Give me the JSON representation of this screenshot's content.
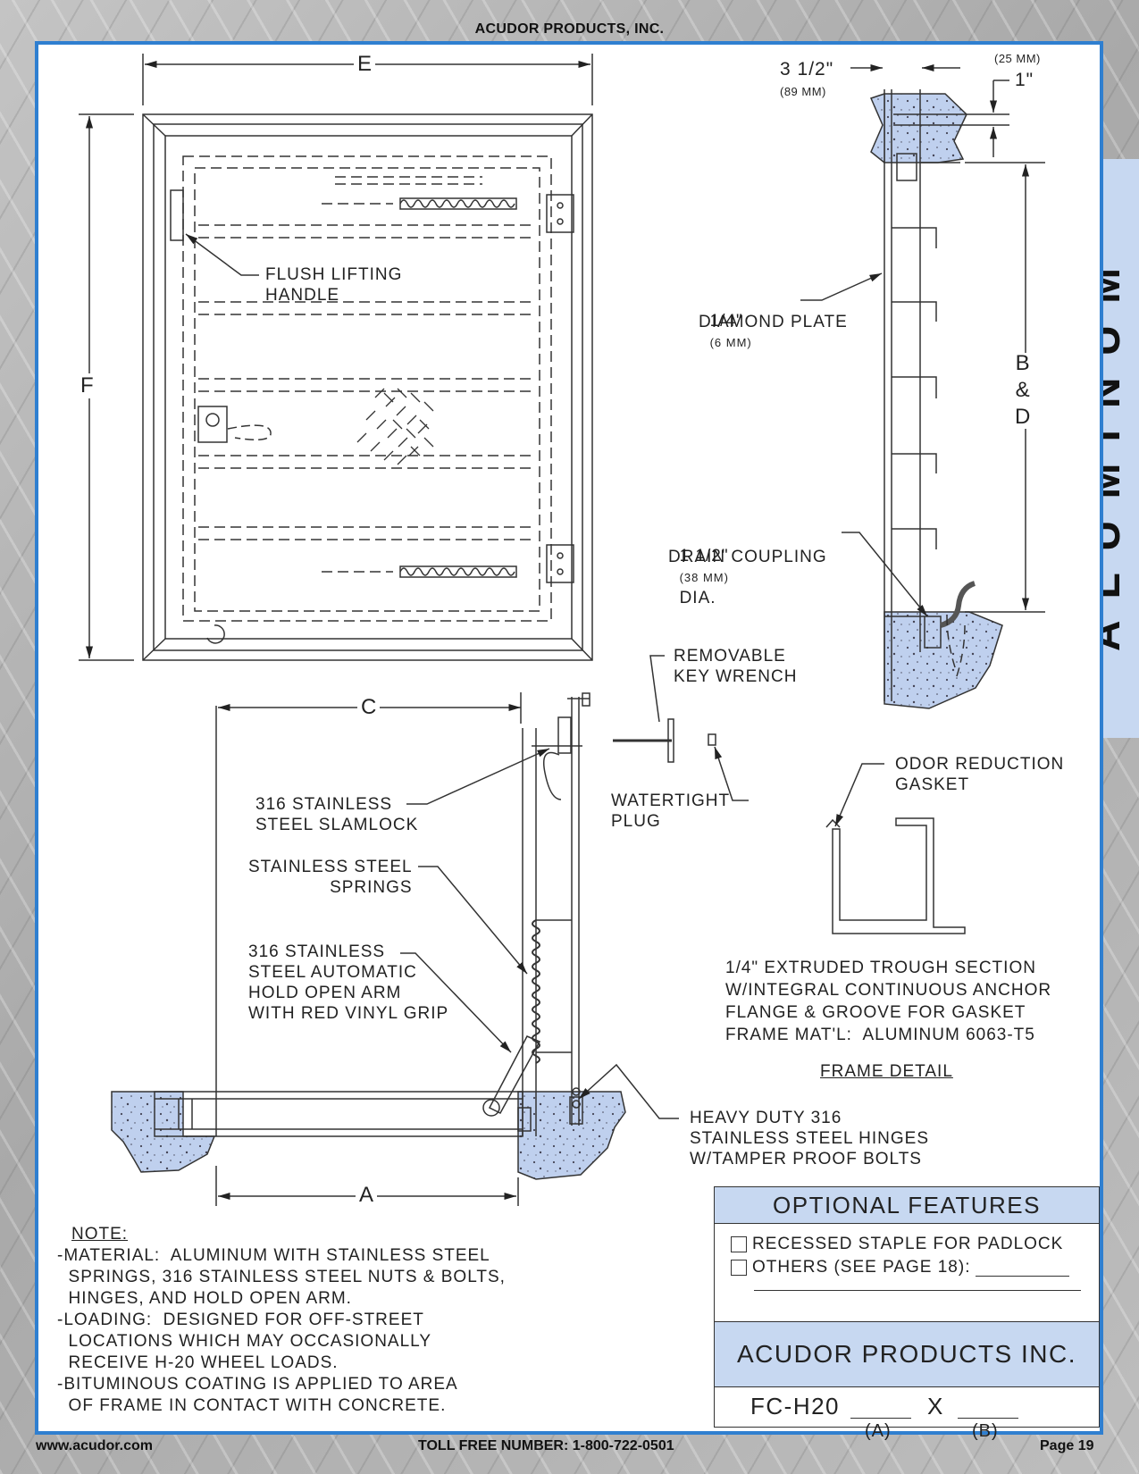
{
  "header": {
    "company": "ACUDOR PRODUCTS, INC."
  },
  "footer": {
    "website": "www.acudor.com",
    "toll_free": "TOLL FREE NUMBER: 1-800-722-0501",
    "page": "Page 19"
  },
  "side_tab": {
    "text": "ALUMINUM"
  },
  "dimensions": {
    "E": "E",
    "F": "F",
    "C": "C",
    "A": "A",
    "B_and_D": "B\n&\nD",
    "frame_width": "3 1/2\"",
    "frame_width_mm": "(89 MM)",
    "flange": "1\"",
    "flange_mm": "(25 MM)"
  },
  "callouts": {
    "flush_lifting_handle": "FLUSH LIFTING\nHANDLE",
    "diamond_plate_size": "1/4\"",
    "diamond_plate_mm": "(6 MM)",
    "diamond_plate": "DIAMOND PLATE",
    "drain_size": "1 1/2\"",
    "drain_mm": "(38 MM)",
    "drain_dia": "DIA.",
    "drain_coupling": "DRAIN COUPLING",
    "removable_key_wrench": "REMOVABLE\nKEY WRENCH",
    "watertight_plug": "WATERTIGHT\nPLUG",
    "slamlock": "316 STAINLESS\nSTEEL SLAMLOCK",
    "springs": "STAINLESS STEEL\nSPRINGS",
    "hold_open_arm": "316 STAINLESS\nSTEEL AUTOMATIC\nHOLD OPEN ARM\nWITH RED VINYL GRIP",
    "odor_gasket": "ODOR REDUCTION\nGASKET",
    "trough_section": "1/4\" EXTRUDED TROUGH SECTION\nW/INTEGRAL CONTINUOUS ANCHOR\nFLANGE & GROOVE FOR GASKET\nFRAME MAT'L:  ALUMINUM 6063-T5",
    "frame_detail": "FRAME DETAIL",
    "hinges": "HEAVY DUTY 316\nSTAINLESS STEEL HINGES\nW/TAMPER PROOF BOLTS"
  },
  "note": {
    "title": "NOTE:",
    "lines": [
      "-MATERIAL:  ALUMINUM WITH STAINLESS STEEL",
      "  SPRINGS, 316 STAINLESS STEEL NUTS & BOLTS,",
      "  HINGES, AND HOLD OPEN ARM.",
      "-LOADING:  DESIGNED FOR OFF-STREET",
      "  LOCATIONS WHICH MAY OCCASIONALLY",
      "  RECEIVE H-20 WHEEL LOADS.",
      "-BITUMINOUS COATING IS APPLIED TO AREA",
      "  OF FRAME IN CONTACT WITH CONCRETE."
    ]
  },
  "title_block": {
    "heading": "OPTIONAL FEATURES",
    "option_1": "RECESSED STAPLE FOR PADLOCK",
    "option_2": "OTHERS (SEE PAGE 18):",
    "company": "ACUDOR PRODUCTS INC.",
    "model": "FC-H20",
    "x": "X",
    "a": "(A)",
    "b": "(B)"
  },
  "colors": {
    "border_blue": "#2f7fd0",
    "panel_light_blue": "#c7d8f1",
    "concrete_blue": "#bfd0ee"
  }
}
